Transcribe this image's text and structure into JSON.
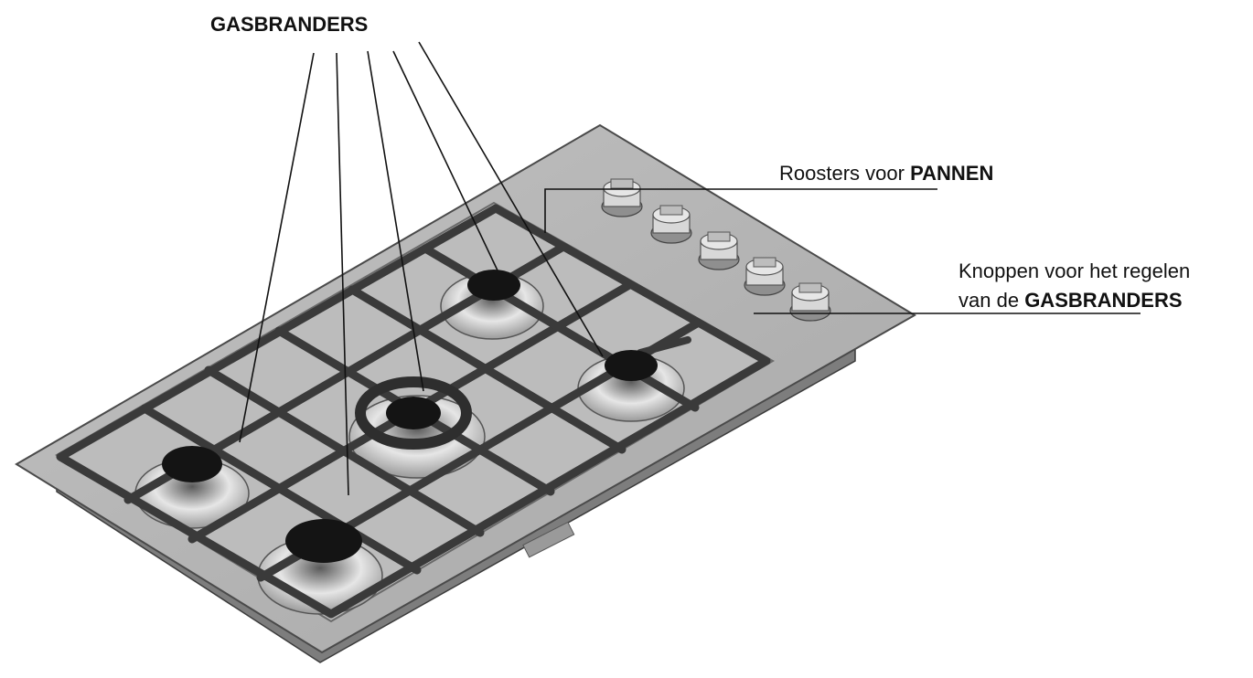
{
  "labels": {
    "burners": "GASBRANDERS",
    "grates_prefix": "Roosters voor",
    "grates_bold": "PANNEN",
    "knobs_line1": "Knoppen voor het regelen",
    "knobs_line2_prefix": "van de",
    "knobs_line2_bold": "GASBRANDERS"
  },
  "colors": {
    "hob_surface": "#b2b2b2",
    "hob_edge": "#8c8c8c",
    "grate": "#3a3a3a",
    "burner_cap": "#141414",
    "leader_line": "#111111"
  }
}
